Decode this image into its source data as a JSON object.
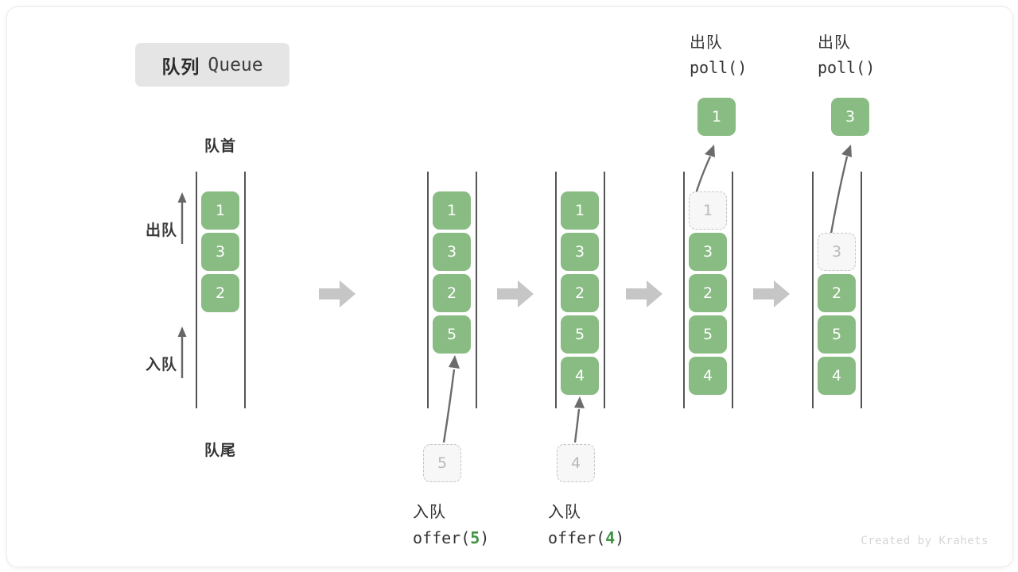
{
  "title": {
    "cn": "队列",
    "en": "Queue"
  },
  "labels": {
    "head": "队首",
    "tail": "队尾",
    "dequeue_side": "出队",
    "enqueue_side": "入队"
  },
  "watermark": "Created by Krahets",
  "colors": {
    "element_fill": "#88bc82",
    "element_text": "#ffffff",
    "ghost_fill": "#f7f7f7",
    "ghost_border": "#c4c4c4",
    "ghost_text": "#b8b8b8",
    "rail": "#555555",
    "step_arrow": "#c6c6c6",
    "badge_bg": "#e5e5e5",
    "arg_green": "#3f9242"
  },
  "columns": [
    {
      "id": "initial-queue",
      "cells": [
        "1",
        "3",
        "2"
      ],
      "ghost_index": null,
      "ghost_value": null,
      "caption_cn": null,
      "caption_code_prefix": null,
      "caption_code_arg": null,
      "caption_code_suffix": null,
      "top_cn": null,
      "top_code": null,
      "popped_value": null,
      "incoming_value": null
    },
    {
      "id": "offer-5-result",
      "cells": [
        "1",
        "3",
        "2",
        "5"
      ],
      "ghost_index": null,
      "ghost_value": null,
      "caption_cn": "入队",
      "caption_code_prefix": "offer(",
      "caption_code_arg": "5",
      "caption_code_suffix": ")",
      "top_cn": null,
      "top_code": null,
      "popped_value": null,
      "incoming_value": "5"
    },
    {
      "id": "offer-4-result",
      "cells": [
        "1",
        "3",
        "2",
        "5",
        "4"
      ],
      "ghost_index": null,
      "ghost_value": null,
      "caption_cn": "入队",
      "caption_code_prefix": "offer(",
      "caption_code_arg": "4",
      "caption_code_suffix": ")",
      "top_cn": null,
      "top_code": null,
      "popped_value": null,
      "incoming_value": "4"
    },
    {
      "id": "poll-1-result",
      "cells": [
        "1",
        "3",
        "2",
        "5",
        "4"
      ],
      "ghost_index": 0,
      "ghost_value": "1",
      "caption_cn": null,
      "caption_code_prefix": null,
      "caption_code_arg": null,
      "caption_code_suffix": null,
      "top_cn": "出队",
      "top_code": "poll()",
      "popped_value": "1",
      "incoming_value": null
    },
    {
      "id": "poll-3-result",
      "cells": [
        "3",
        "2",
        "5",
        "4"
      ],
      "ghost_index": 0,
      "ghost_value": "3",
      "caption_cn": null,
      "caption_code_prefix": null,
      "caption_code_arg": null,
      "caption_code_suffix": null,
      "top_cn": "出队",
      "top_code": "poll()",
      "popped_value": "3",
      "incoming_value": null
    }
  ]
}
